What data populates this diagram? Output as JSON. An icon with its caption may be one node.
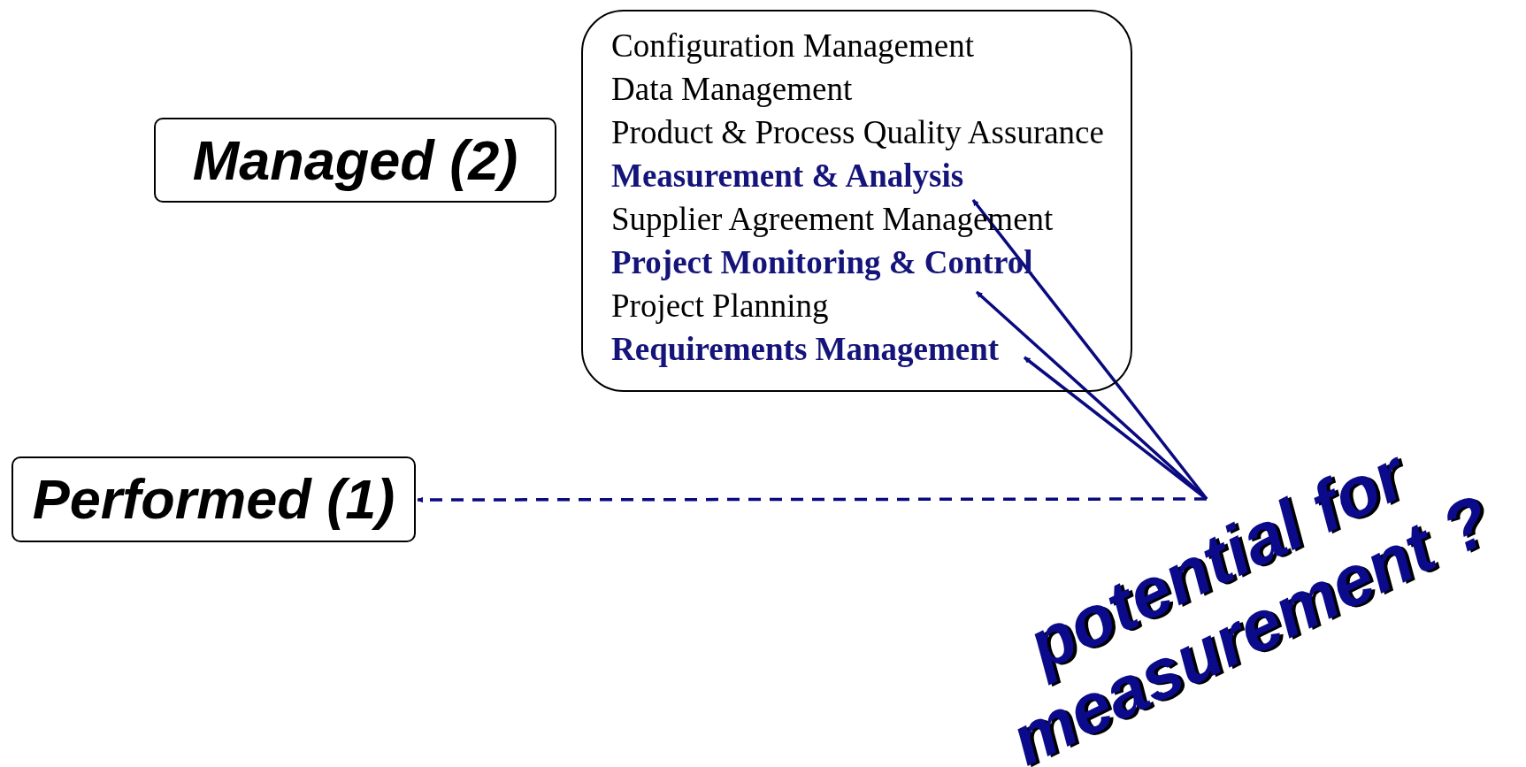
{
  "diagram": {
    "nodes": [
      {
        "text": [
          "Managed (2)"
        ]
      },
      {
        "text": [],
        "shape": "box"
      },
      {
        "text": [
          "Configuration Management"
        ],
        "in": 1
      },
      {
        "text": [
          "Data Management"
        ],
        "in": 1
      },
      {
        "text": [
          "Product & Process Quality Assurance"
        ],
        "in": 1
      },
      {
        "text": [
          "Measurement & Analysis"
        ],
        "in": 1
      },
      {
        "text": [
          "Supplier Agreement Management"
        ],
        "in": 1
      },
      {
        "text": [
          "Project Monitoring & Control"
        ],
        "in": 1
      },
      {
        "text": [
          "Project Planning"
        ],
        "in": 1
      },
      {
        "text": [
          "Requirements Management"
        ],
        "in": 1
      },
      {
        "text": [
          "Performed (1)"
        ]
      },
      {
        "text": [
          "potential for measurement ?"
        ]
      }
    ],
    "edges": [
      {
        "from": 11,
        "to": 5,
        "arrow": "to"
      },
      {
        "from": 11,
        "to": 7,
        "arrow": "to"
      },
      {
        "from": 11,
        "to": 9,
        "arrow": "to"
      },
      {
        "from": 11,
        "to": 10,
        "arrow": "to",
        "style": "dashed"
      }
    ]
  }
}
